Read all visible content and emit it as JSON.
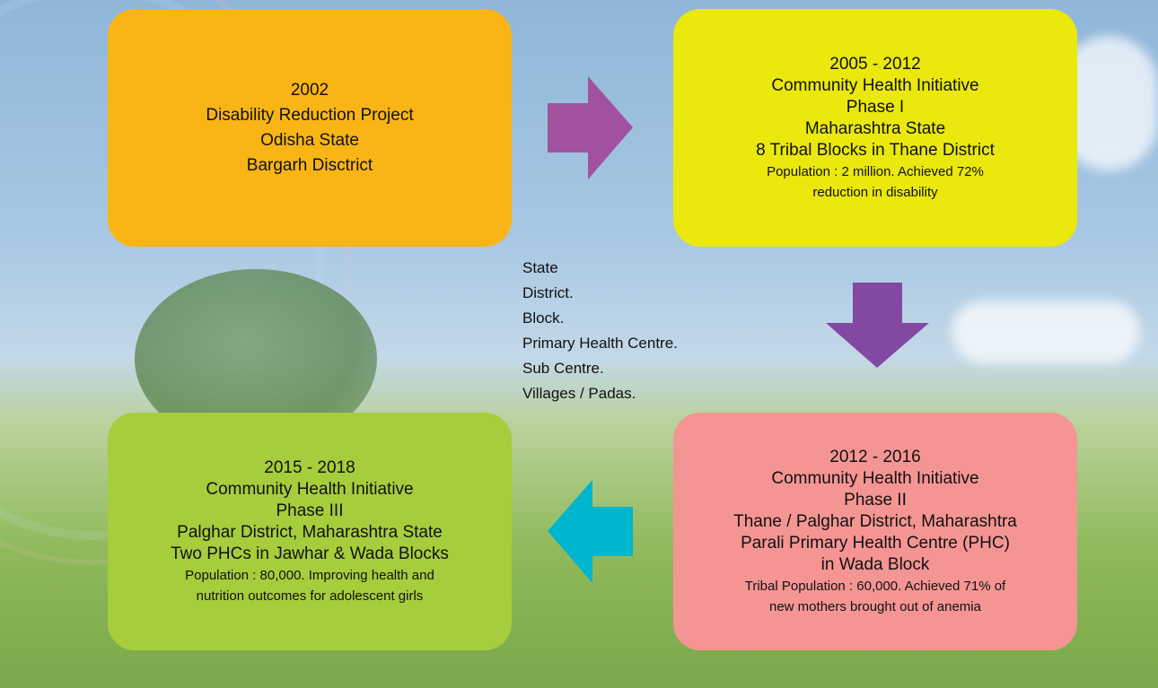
{
  "boxes": {
    "b2002": {
      "lines": [
        "2002",
        "Disability Reduction Project",
        "Odisha State",
        "Bargarh Disctrict"
      ],
      "color": "#f9b515"
    },
    "b2005": {
      "lines": [
        "2005 - 2012",
        "Community Health Initiative",
        "Phase I",
        "Maharashtra State",
        "8 Tribal Blocks in Thane District"
      ],
      "note": [
        "Population : 2 million. Achieved 72%",
        "reduction in disability"
      ],
      "color": "#eae80d"
    },
    "b2012": {
      "lines": [
        "2012 - 2016",
        "Community Health Initiative",
        "Phase II",
        "Thane / Palghar District, Maharashtra",
        "Parali Primary Health Centre (PHC)",
        "in Wada Block"
      ],
      "note": [
        "Tribal Population : 60,000. Achieved 71% of",
        "new mothers brought out of anemia"
      ],
      "color": "#f59593"
    },
    "b2015": {
      "lines": [
        "2015 - 2018",
        "Community Health Initiative",
        "Phase III",
        "Palghar District, Maharashtra State",
        "Two PHCs in Jawhar & Wada Blocks"
      ],
      "note": [
        "Population : 80,000. Improving health and",
        "nutrition outcomes for adolescent girls"
      ],
      "color": "#a6cd3c"
    }
  },
  "levels": [
    "State",
    "District.",
    "Block.",
    "Primary Health Centre.",
    "Sub Centre.",
    "Villages / Padas."
  ],
  "arrows": {
    "right": {
      "color": "#a2519e"
    },
    "down": {
      "color": "#8348a2"
    },
    "left": {
      "color": "#00b6cc"
    }
  }
}
